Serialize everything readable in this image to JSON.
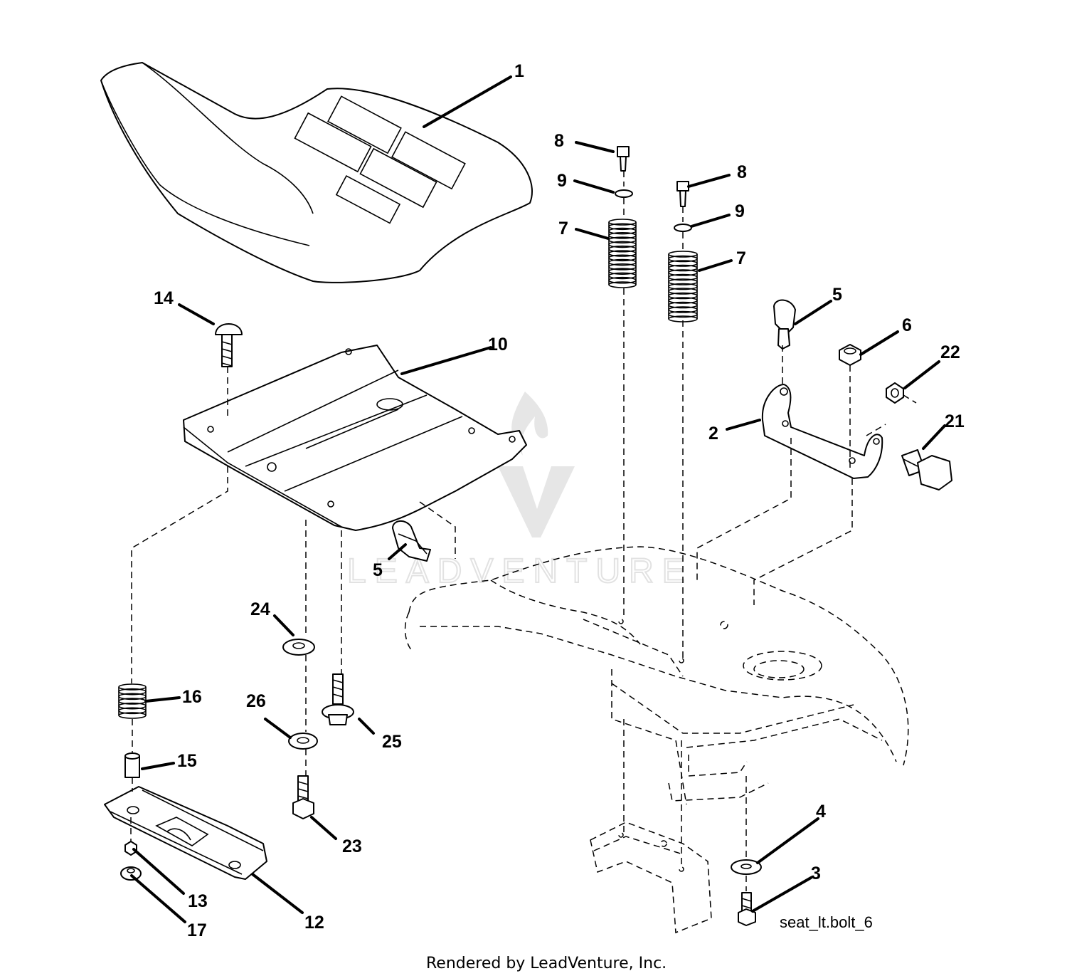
{
  "callouts": {
    "c1": "1",
    "c2": "2",
    "c3": "3",
    "c4": "4",
    "c5a": "5",
    "c5b": "5",
    "c6": "6",
    "c7a": "7",
    "c7b": "7",
    "c8a": "8",
    "c8b": "8",
    "c9a": "9",
    "c9b": "9",
    "c10": "10",
    "c12": "12",
    "c13": "13",
    "c14": "14",
    "c15": "15",
    "c16": "16",
    "c17": "17",
    "c21": "21",
    "c22": "22",
    "c23": "23",
    "c24": "24",
    "c25": "25",
    "c26": "26"
  },
  "diagram_ref": "seat_lt.bolt_6",
  "footer": "Rendered by LeadVenture, Inc.",
  "watermark": "LEADVENTURE"
}
